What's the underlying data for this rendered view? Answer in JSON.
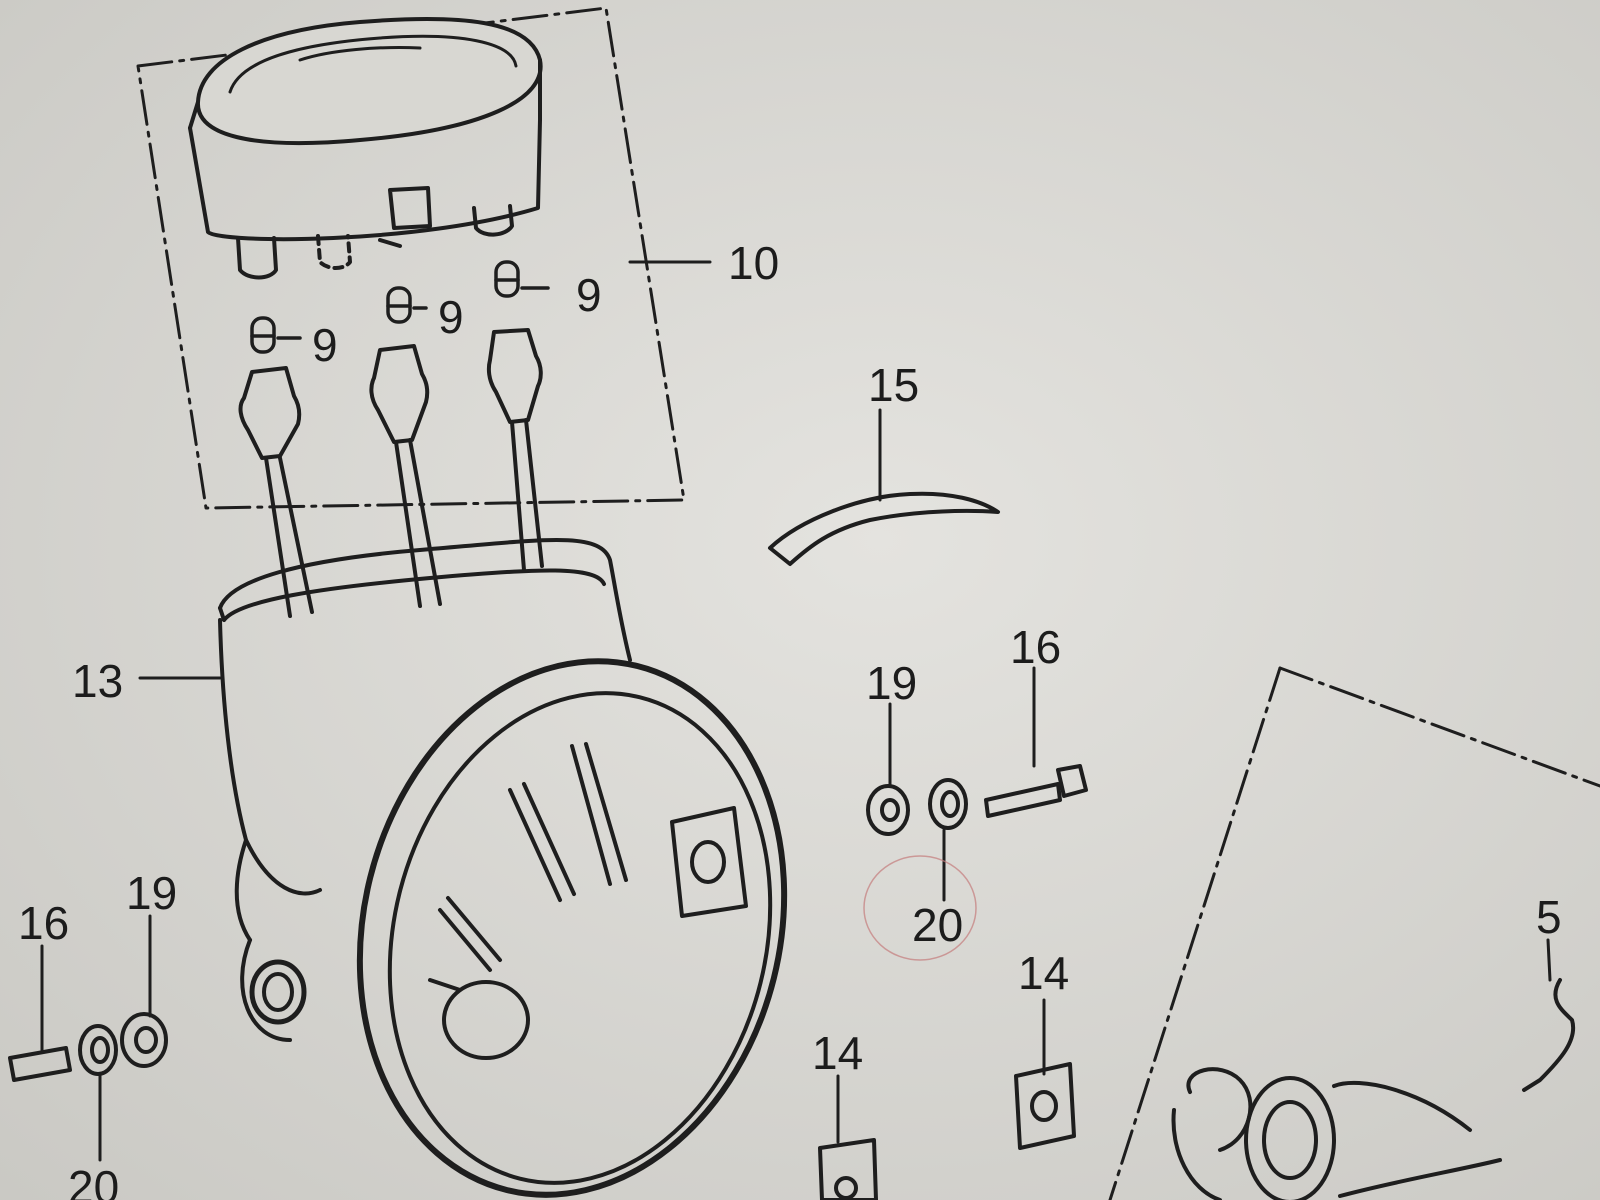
{
  "diagram": {
    "callouts": [
      {
        "id": "c10",
        "label": "10"
      },
      {
        "id": "c9a",
        "label": "9"
      },
      {
        "id": "c9b",
        "label": "9"
      },
      {
        "id": "c9c",
        "label": "9"
      },
      {
        "id": "c15",
        "label": "15"
      },
      {
        "id": "c13",
        "label": "13"
      },
      {
        "id": "c16a",
        "label": "16"
      },
      {
        "id": "c19a",
        "label": "19"
      },
      {
        "id": "c20a",
        "label": "20"
      },
      {
        "id": "c16b",
        "label": "16"
      },
      {
        "id": "c19b",
        "label": "19"
      },
      {
        "id": "c20b",
        "label": "20"
      },
      {
        "id": "c14a",
        "label": "14"
      },
      {
        "id": "c14b",
        "label": "14"
      },
      {
        "id": "c5",
        "label": "5"
      }
    ]
  }
}
